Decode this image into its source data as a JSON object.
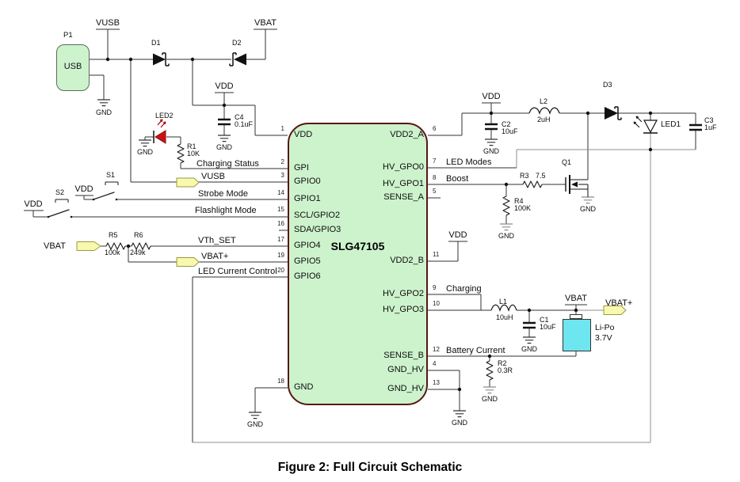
{
  "figure_caption": "Figure 2: Full Circuit Schematic",
  "ic": {
    "name": "SLG47105",
    "left_pins": [
      {
        "num": "1",
        "name": "VDD"
      },
      {
        "num": "2",
        "name": "GPI"
      },
      {
        "num": "3",
        "name": "GPIO0"
      },
      {
        "num": "14",
        "name": "GPIO1"
      },
      {
        "num": "15",
        "name": "SCL/GPIO2"
      },
      {
        "num": "16",
        "name": "SDA/GPIO3"
      },
      {
        "num": "17",
        "name": "GPIO4"
      },
      {
        "num": "19",
        "name": "GPIO5"
      },
      {
        "num": "20",
        "name": "GPIO6"
      },
      {
        "num": "18",
        "name": "GND"
      }
    ],
    "right_pins": [
      {
        "num": "6",
        "name": "VDD2_A"
      },
      {
        "num": "7",
        "name": "HV_GPO0"
      },
      {
        "num": "8",
        "name": "HV_GPO1"
      },
      {
        "num": "5",
        "name": "SENSE_A"
      },
      {
        "num": "11",
        "name": "VDD2_B"
      },
      {
        "num": "9",
        "name": "HV_GPO2"
      },
      {
        "num": "10",
        "name": "HV_GPO3"
      },
      {
        "num": "12",
        "name": "SENSE_B"
      },
      {
        "num": "4",
        "name": "GND_HV"
      },
      {
        "num": "13",
        "name": "GND_HV"
      }
    ]
  },
  "power": {
    "vdd": "VDD",
    "vbat": "VBAT",
    "vusb": "VUSB",
    "gnd": "GND"
  },
  "nets": {
    "charging_status": "Charging Status",
    "vusb": "VUSB",
    "strobe_mode": "Strobe Mode",
    "flashlight_mode": "Flashlight Mode",
    "vth_set": "VTh_SET",
    "vbat_plus": "VBAT+",
    "led_current_control": "LED Current Control",
    "led_modes": "LED Modes",
    "boost": "Boost",
    "charging": "Charging",
    "battery_current": "Battery Current"
  },
  "components": {
    "p1": {
      "ref": "P1",
      "label": "USB"
    },
    "d1": {
      "ref": "D1"
    },
    "d2": {
      "ref": "D2"
    },
    "d3": {
      "ref": "D3"
    },
    "led1": {
      "ref": "LED1"
    },
    "led2": {
      "ref": "LED2"
    },
    "r1": {
      "ref": "R1",
      "value": "10K"
    },
    "r2": {
      "ref": "R2",
      "value": "0.3R"
    },
    "r3": {
      "ref": "R3",
      "value": "7.5"
    },
    "r4": {
      "ref": "R4",
      "value": "100K"
    },
    "r5": {
      "ref": "R5",
      "value": "100k"
    },
    "r6": {
      "ref": "R6",
      "value": "249k"
    },
    "c1": {
      "ref": "C1",
      "value": "10uF"
    },
    "c2": {
      "ref": "C2",
      "value": "10uF"
    },
    "c3": {
      "ref": "C3",
      "value": "1uF"
    },
    "c4": {
      "ref": "C4",
      "value": "0.1uF"
    },
    "l1": {
      "ref": "L1",
      "value": "10uH"
    },
    "l2": {
      "ref": "L2",
      "value": "2uH"
    },
    "q1": {
      "ref": "Q1"
    },
    "s1": {
      "ref": "S1"
    },
    "s2": {
      "ref": "S2"
    },
    "battery": {
      "ref": "Li-Po",
      "value": "3.7V"
    }
  },
  "colors": {
    "ic_fill": "#cdf3cd",
    "ic_border": "#5a1616",
    "battery_fill": "#6ee6f0",
    "net_label_fill": "#f8f8ae",
    "led2_red": "#cc1111",
    "wire": "#303030",
    "wire_gray": "#8f8f8f"
  }
}
